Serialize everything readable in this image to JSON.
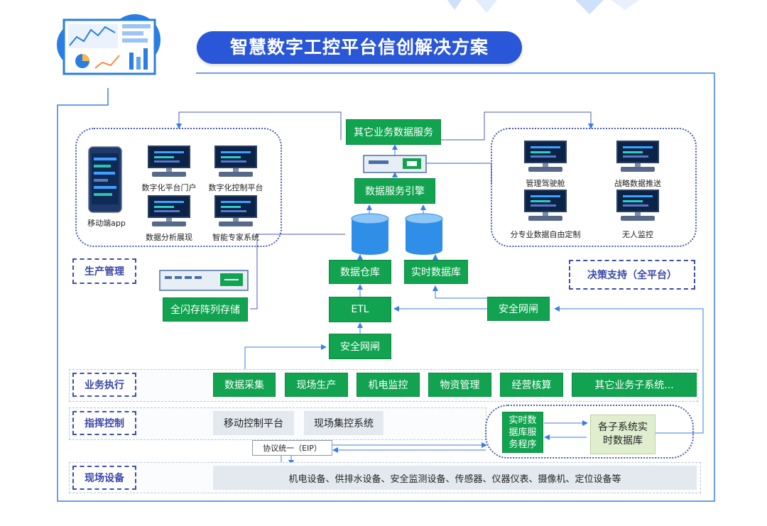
{
  "title": "智慧数字工控平台信创解决方案",
  "top_service": "其它业务数据服务",
  "engine": "数据服务引擎",
  "warehouse": "数据仓库",
  "realtime_db": "实时数据库",
  "etl": "ETL",
  "gateway_right": "安全网闸",
  "gateway_center": "安全网闸",
  "storage": "全闪存阵列存储",
  "left_cluster": {
    "mobile": "移动端app",
    "items": [
      "数字化平台门户",
      "数字化控制平台",
      "数据分析展现",
      "智能专家系统"
    ]
  },
  "right_cluster": {
    "items": [
      "管理驾驶舱",
      "战略数据推送",
      "分专业数据自由定制",
      "无人监控"
    ]
  },
  "side_labels": {
    "production": "生产管理",
    "decision": "决策支持（全平台）",
    "business": "业务执行",
    "command": "指挥控制",
    "field": "现场设备"
  },
  "business_items": [
    "数据采集",
    "现场生产",
    "机电监控",
    "物资管理",
    "经营核算",
    "其它业务子系统..."
  ],
  "command_items": [
    "移动控制平台",
    "现场集控系统"
  ],
  "rt_service": "实时数据库服务程序",
  "subsystem_db": "各子系统实时数据库",
  "protocol": "协议统一（EIP）",
  "field_devices": "机电设备、供排水设备、安全监测设备、传感器、仪器仪表、摄像机、定位设备等",
  "colors": {
    "green": "#12a350",
    "navy": "#3a47a8",
    "title_bg": "#2a56d8"
  }
}
